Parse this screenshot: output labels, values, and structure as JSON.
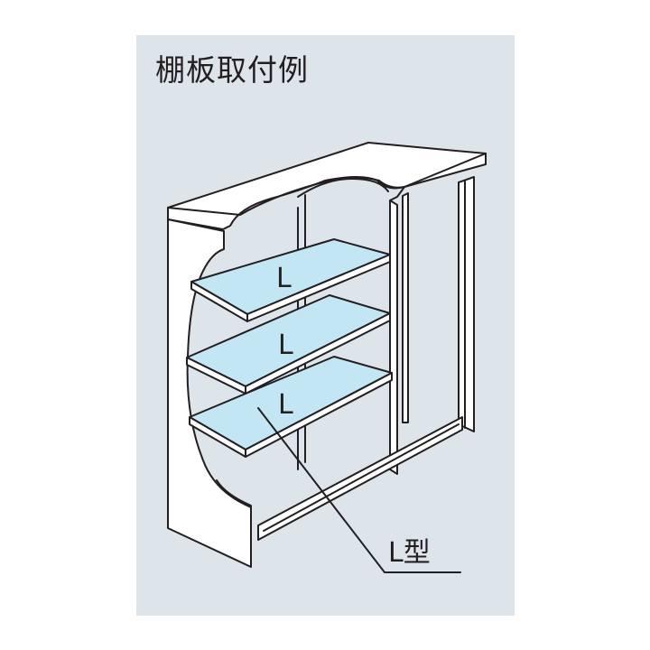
{
  "title": "棚板取付例",
  "shelves": [
    {
      "label": "L"
    },
    {
      "label": "L"
    },
    {
      "label": "L"
    }
  ],
  "callout": {
    "label": "L型"
  },
  "colors": {
    "background_panel": "#dde4ea",
    "cabinet_face": "#ffffff",
    "interior": "#dde4ea",
    "shelf_fill": "#c2e6f3",
    "stroke": "#231f20"
  }
}
